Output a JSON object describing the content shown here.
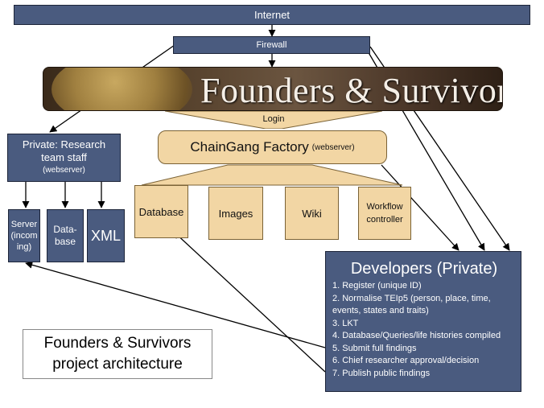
{
  "internet": {
    "label": "Internet"
  },
  "firewall": {
    "label": "Firewall"
  },
  "banner": {
    "title": "Founders & Survivors"
  },
  "login": {
    "label": "Login"
  },
  "chaingang": {
    "label": "ChainGang Factory",
    "sub": "(webserver)"
  },
  "research": {
    "line1": "Private: Research",
    "line2": "team staff",
    "sub": "(webserver)"
  },
  "research_children": [
    {
      "label": "Server (incom ing)"
    },
    {
      "label": "Data- base"
    },
    {
      "label": "XML"
    }
  ],
  "components": [
    {
      "label": "Database"
    },
    {
      "label": "Images"
    },
    {
      "label": "Wiki"
    },
    {
      "label": "Workflow controller"
    }
  ],
  "developers": {
    "title": "Developers (Private)",
    "items": [
      "1. Register (unique ID)",
      "2. Normalise TEIp5 (person, place, time, events, states and traits)",
      "3. LKT",
      "4. Database/Queries/life histories compiled",
      "5. Submit full findings",
      "6. Chief researcher approval/decision",
      "7. Publish public findings"
    ]
  },
  "caption": {
    "line1": "Founders & Survivors",
    "line2": "project architecture"
  },
  "colors": {
    "navy": "#4a5b7f",
    "tan": "#f2d6a4"
  }
}
